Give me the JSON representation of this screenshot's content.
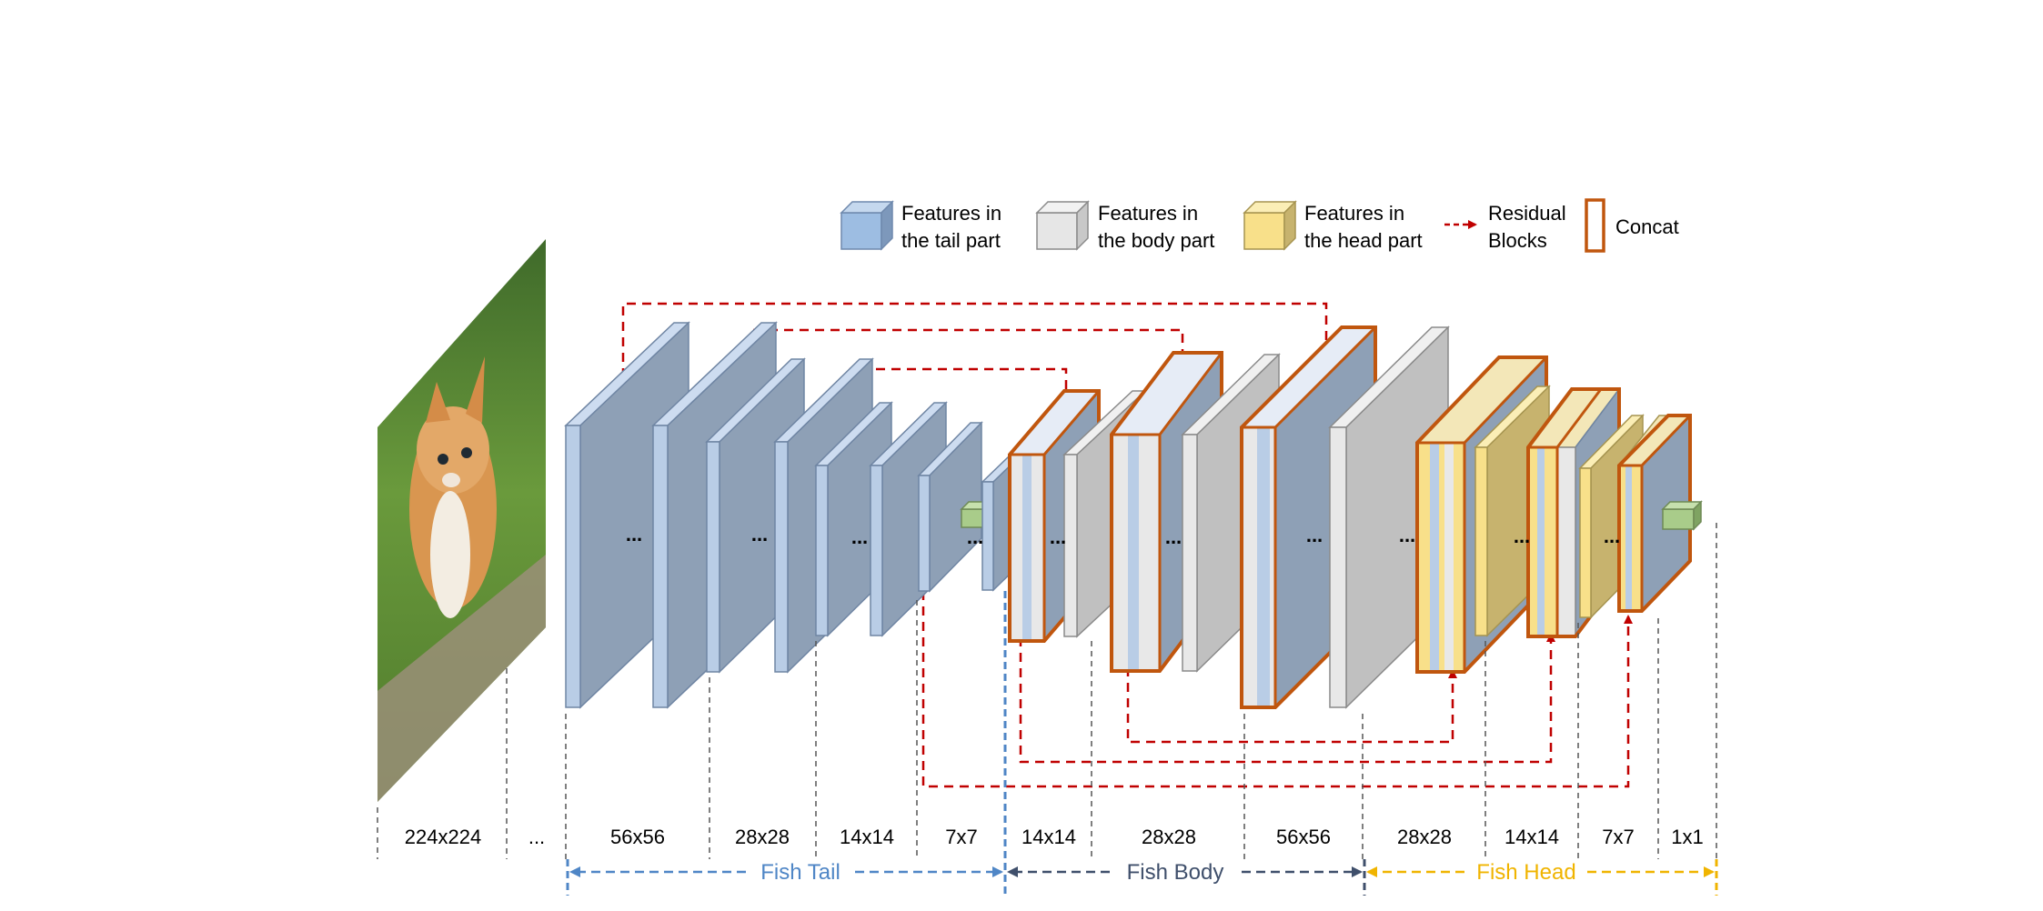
{
  "legend": {
    "tail_label_1": "Features in",
    "tail_label_2": "the tail part",
    "body_label_1": "Features in",
    "body_label_2": "the body part",
    "head_label_1": "Features in",
    "head_label_2": "the head part",
    "residual_label_1": "Residual",
    "residual_label_2": "Blocks",
    "concat_label": "Concat"
  },
  "block_ellipsis": "...",
  "resolutions": {
    "r224": "224x224",
    "dots": "...",
    "t56": "56x56",
    "t28": "28x28",
    "t14": "14x14",
    "t7": "7x7",
    "b14": "14x14",
    "b28": "28x28",
    "b56": "56x56",
    "h28": "28x28",
    "h14": "14x14",
    "h7": "7x7",
    "h1": "1x1"
  },
  "sections": {
    "tail": "Fish Tail",
    "body": "Fish Body",
    "head": "Fish Head"
  },
  "colors": {
    "tail_face": "#8ea0b6",
    "tail_light": "#b9cde6",
    "body_face": "#c0c0c0",
    "body_light": "#e8e8e8",
    "head_face": "#c7b36e",
    "head_light": "#f8e08a",
    "concat_border": "#c0560e",
    "residual": "#c00000",
    "tail_section": "#4f86c6",
    "body_section": "#3f4f6b",
    "head_section": "#f0b400"
  }
}
